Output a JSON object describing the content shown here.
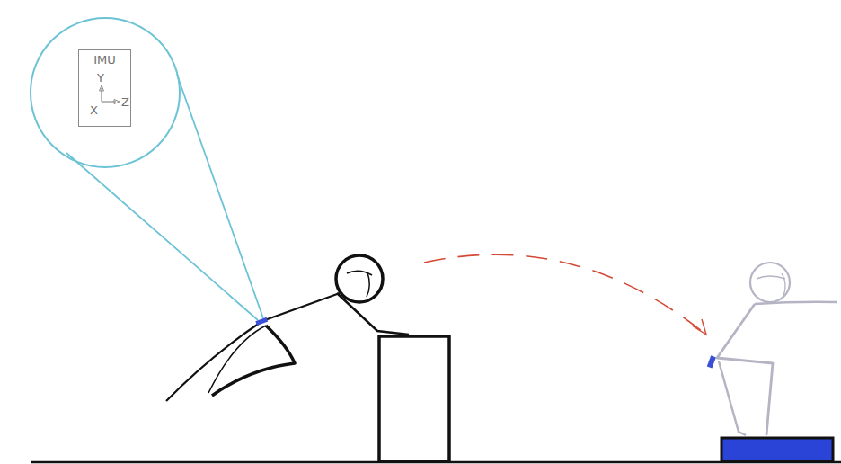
{
  "diagram": {
    "nodes": [
      {
        "text": [
          "IMU"
        ]
      }
    ],
    "labels": [
      "Y",
      "X",
      "Z"
    ]
  }
}
